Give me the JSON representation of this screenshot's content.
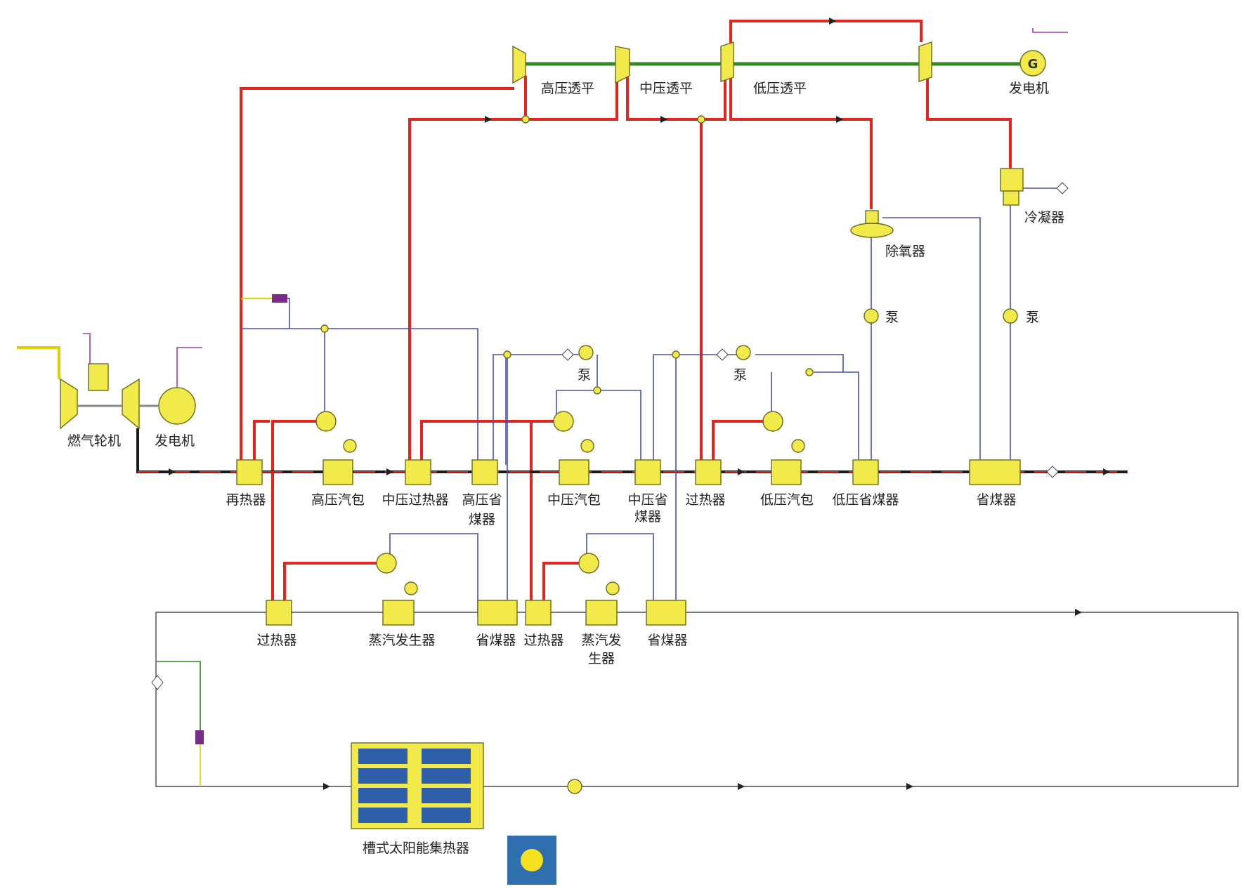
{
  "colors": {
    "steam": "#e5231f",
    "water": "#4a4fb8",
    "oil": "#4a4a4a",
    "shaft": "#2f8a1f",
    "equipment": "#f1ea4a",
    "solar_bg": "#2f6fb0"
  },
  "labels": {
    "hp_turbine": "高压透平",
    "ip_turbine": "中压透平",
    "lp_turbine": "低压透平",
    "generator_top": "发电机",
    "condenser": "冷凝器",
    "deaerator": "除氧器",
    "pump_deaerator": "泵",
    "pump_condenser": "泵",
    "pump_ip": "泵",
    "pump_lp": "泵",
    "gas_turbine": "燃气轮机",
    "generator_gt": "发电机",
    "reheater": "再热器",
    "hp_drum": "高压汽包",
    "ip_superheater": "中压过热器",
    "hp_economizer_1": "高压省",
    "hp_economizer_2": "煤器",
    "ip_drum": "中压汽包",
    "ip_economizer_1": "中压省",
    "ip_economizer_2": "煤器",
    "superheater": "过热器",
    "lp_drum": "低压汽包",
    "lp_economizer": "低压省煤器",
    "economizer": "省煤器",
    "solar_superheater_1": "过热器",
    "steam_generator_1": "蒸汽发生器",
    "solar_economizer_1": "省煤器",
    "solar_superheater_2": "过热器",
    "steam_generator_2a": "蒸汽发",
    "steam_generator_2b": "生器",
    "solar_economizer_2": "省煤器",
    "trough_collector": "槽式太阳能集热器",
    "generator_symbol": "G"
  }
}
